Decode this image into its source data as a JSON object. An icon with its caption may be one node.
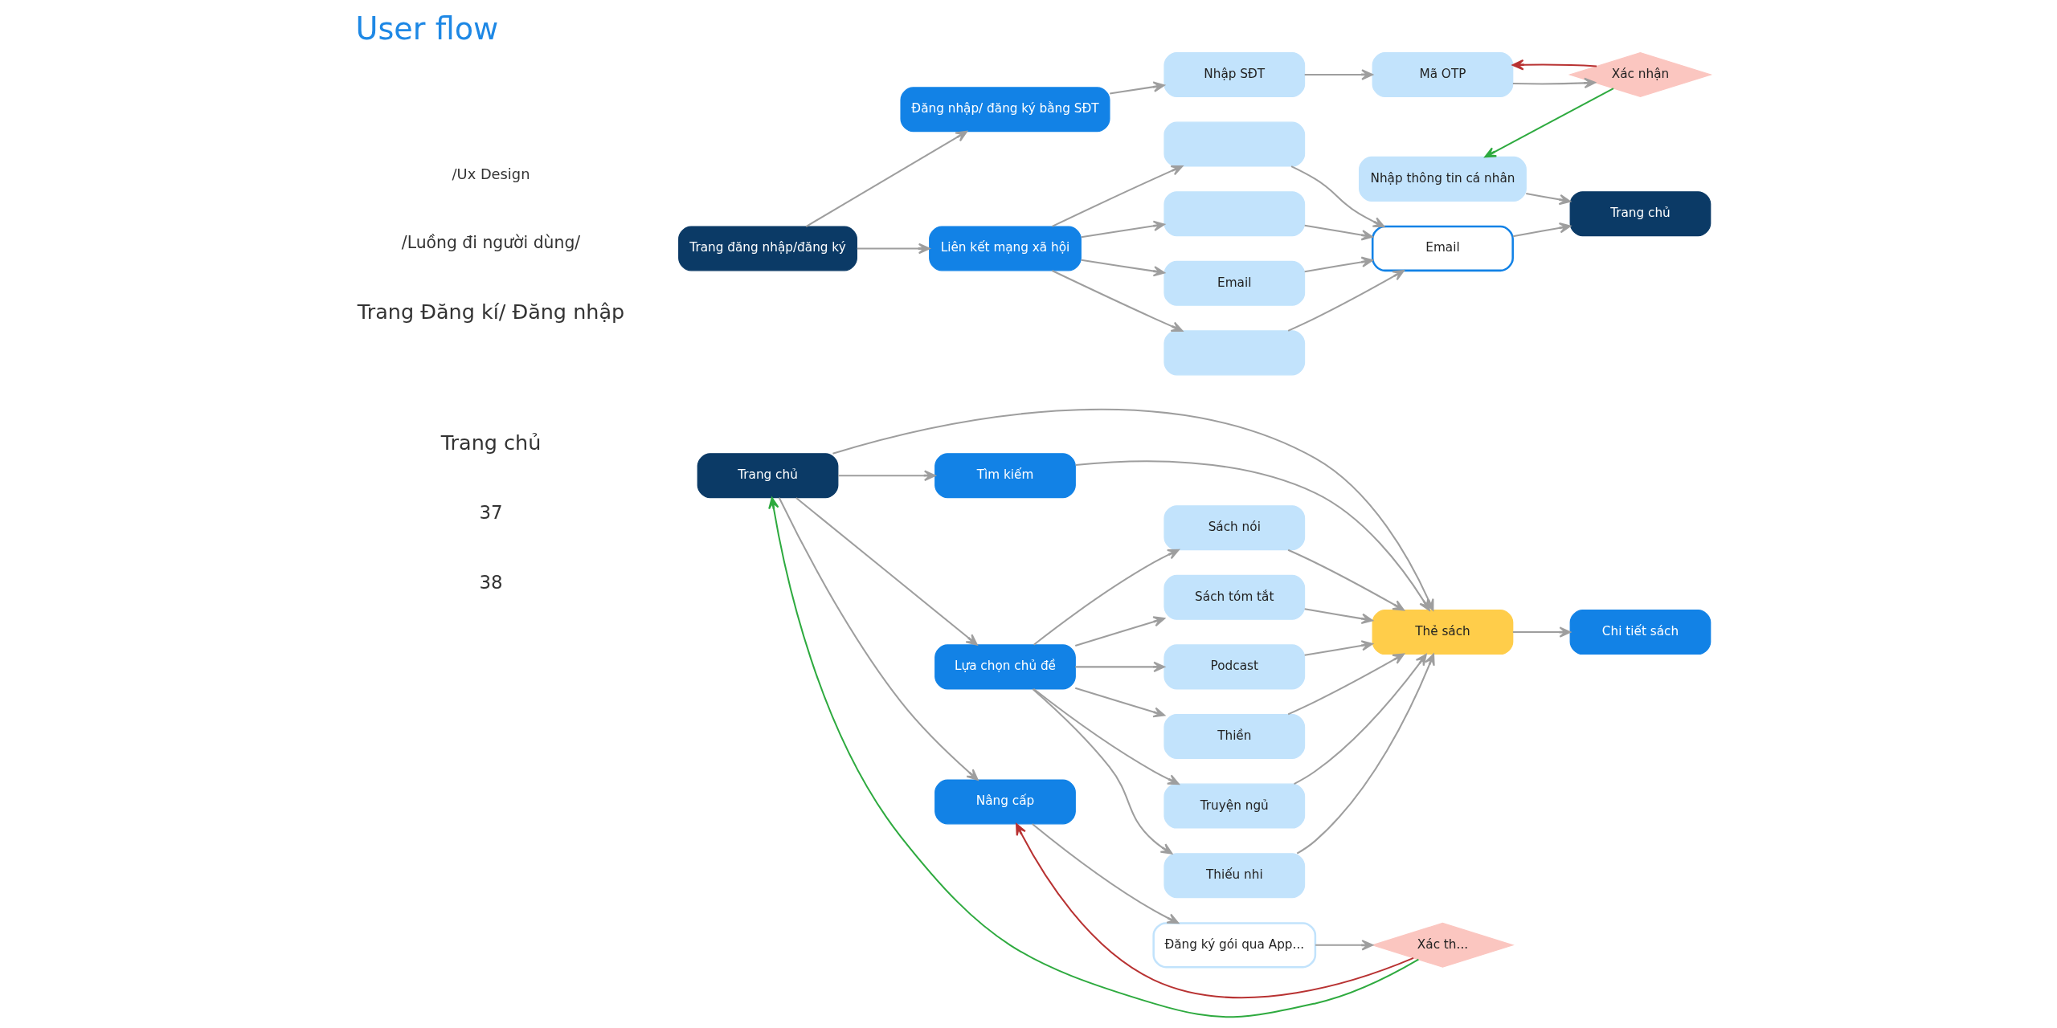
{
  "diagram": {
    "title": "User flow",
    "nodes": [
      {
        "text": [
          "Trang đăng nhập/đăng ký"
        ]
      },
      {
        "text": [
          "Đăng nhập/ đăng ký bằng SĐT"
        ]
      },
      {
        "text": [
          "Nhập SĐT"
        ]
      },
      {
        "text": [
          "Mã OTP"
        ]
      },
      {
        "text": [
          "Xác nhận"
        ]
      },
      {
        "text": [
          "Nhập thông tin cá nhân"
        ]
      },
      {
        "text": [
          "Trang chủ"
        ]
      },
      {
        "text": [
          "Liên kết mạng xã hội"
        ]
      },
      {
        "text": [],
        "shape": "box"
      },
      {
        "text": [],
        "shape": "box"
      },
      {
        "text": [
          "Email"
        ]
      },
      {
        "text": [],
        "shape": "box"
      },
      {
        "text": [
          "Email"
        ]
      },
      {
        "text": [
          "Trang chủ"
        ]
      },
      {
        "text": [
          "Thẻ sách"
        ]
      },
      {
        "text": [
          "Chi tiết sách"
        ]
      },
      {
        "text": [
          "Tìm kiếm"
        ]
      },
      {
        "text": [
          "Lựa chọn chủ đề"
        ]
      },
      {
        "text": [
          "Sách nói"
        ]
      },
      {
        "text": [
          "Sách tóm tắt"
        ]
      },
      {
        "text": [
          "Podcast"
        ]
      },
      {
        "text": [
          "Thiền"
        ]
      },
      {
        "text": [
          "Truyện ngủ"
        ]
      },
      {
        "text": [
          "Thiếu nhi"
        ]
      },
      {
        "text": [
          "Nâng cấp"
        ]
      },
      {
        "text": [
          "Đăng ký gói qua App..."
        ]
      },
      {
        "text": [
          "Xác th..."
        ]
      }
    ],
    "edges": [
      {
        "from": 0,
        "to": 1,
        "arrow": "to"
      },
      {
        "from": 1,
        "to": 2,
        "arrow": "to"
      },
      {
        "from": 2,
        "to": 3,
        "arrow": "to"
      },
      {
        "from": 3,
        "to": 4,
        "arrow": "to"
      },
      {
        "from": 4,
        "to": 3,
        "arrow": "to",
        "color": "#b83232"
      },
      {
        "from": 4,
        "to": 5,
        "arrow": "to",
        "color": "#2eaa3f"
      },
      {
        "from": 5,
        "to": 6,
        "arrow": "to"
      },
      {
        "from": 0,
        "to": 7,
        "arrow": "to"
      },
      {
        "from": 7,
        "to": 8,
        "arrow": "to"
      },
      {
        "from": 7,
        "to": 9,
        "arrow": "to"
      },
      {
        "from": 7,
        "to": 10,
        "arrow": "to"
      },
      {
        "from": 7,
        "to": 11,
        "arrow": "to"
      },
      {
        "from": 8,
        "to": 12,
        "arrow": "to"
      },
      {
        "from": 9,
        "to": 12,
        "arrow": "to"
      },
      {
        "from": 10,
        "to": 12,
        "arrow": "to"
      },
      {
        "from": 11,
        "to": 12,
        "arrow": "to"
      },
      {
        "from": 12,
        "to": 6,
        "arrow": "to"
      },
      {
        "from": 13,
        "to": 14,
        "arrow": "to"
      },
      {
        "from": 14,
        "to": 15,
        "arrow": "to"
      },
      {
        "from": 13,
        "to": 16,
        "arrow": "to"
      },
      {
        "from": 13,
        "to": 17,
        "arrow": "to"
      },
      {
        "from": 13,
        "to": 24,
        "arrow": "to"
      },
      {
        "from": 16,
        "to": 14,
        "arrow": "to"
      },
      {
        "from": 17,
        "to": 18,
        "arrow": "to"
      },
      {
        "from": 17,
        "to": 19,
        "arrow": "to"
      },
      {
        "from": 17,
        "to": 20,
        "arrow": "to"
      },
      {
        "from": 17,
        "to": 21,
        "arrow": "to"
      },
      {
        "from": 17,
        "to": 22,
        "arrow": "to"
      },
      {
        "from": 17,
        "to": 23,
        "arrow": "to"
      },
      {
        "from": 18,
        "to": 14,
        "arrow": "to"
      },
      {
        "from": 19,
        "to": 14,
        "arrow": "to"
      },
      {
        "from": 20,
        "to": 14,
        "arrow": "to"
      },
      {
        "from": 21,
        "to": 14,
        "arrow": "to"
      },
      {
        "from": 22,
        "to": 14,
        "arrow": "to"
      },
      {
        "from": 23,
        "to": 14,
        "arrow": "to"
      },
      {
        "from": 24,
        "to": 25,
        "arrow": "to"
      },
      {
        "from": 25,
        "to": 26,
        "arrow": "to"
      },
      {
        "from": 26,
        "to": 24,
        "arrow": "to",
        "color": "#b83232"
      },
      {
        "from": 26,
        "to": 13,
        "arrow": "to",
        "color": "#2eaa3f"
      }
    ],
    "labels": [
      "/Ux Design",
      "/Luồng đi người dùng/",
      "Trang Đăng kí/ Đăng nhập",
      "Trang chủ",
      "37",
      "38"
    ]
  }
}
